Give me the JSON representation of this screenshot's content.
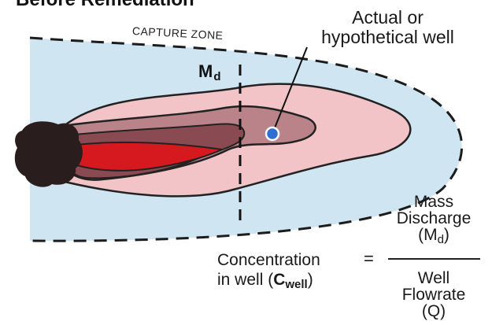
{
  "title": "Before Remediation",
  "well_label": {
    "line1": "Actual or",
    "line2": "hypothetical well"
  },
  "capture_zone_label": "CAPTURE ZONE",
  "mass_discharge_symbol": {
    "main": "M",
    "sub": "d"
  },
  "equation": {
    "lhs_line1": "Concentration",
    "lhs_line2_prefix": "in well (",
    "lhs_symbol_main": "C",
    "lhs_symbol_sub": "well",
    "lhs_line2_suffix": ")",
    "equals": "=",
    "numerator_line1": "Mass",
    "numerator_line2": "Discharge",
    "numerator_line3_prefix": "(M",
    "numerator_line3_sub": "d",
    "numerator_line3_suffix": ")",
    "denominator_line1": "Well",
    "denominator_line2": "Flowrate",
    "denominator_line3": "(Q)"
  },
  "colors": {
    "capture_zone_fill": "#cfe5f2",
    "plume_outer": "#f2c4c8",
    "plume_middle": "#b98389",
    "plume_inner": "#8a4a52",
    "plume_core": "#d6191f",
    "source_zone": "#2a1d1d",
    "well_marker": "#2f6fd1"
  }
}
